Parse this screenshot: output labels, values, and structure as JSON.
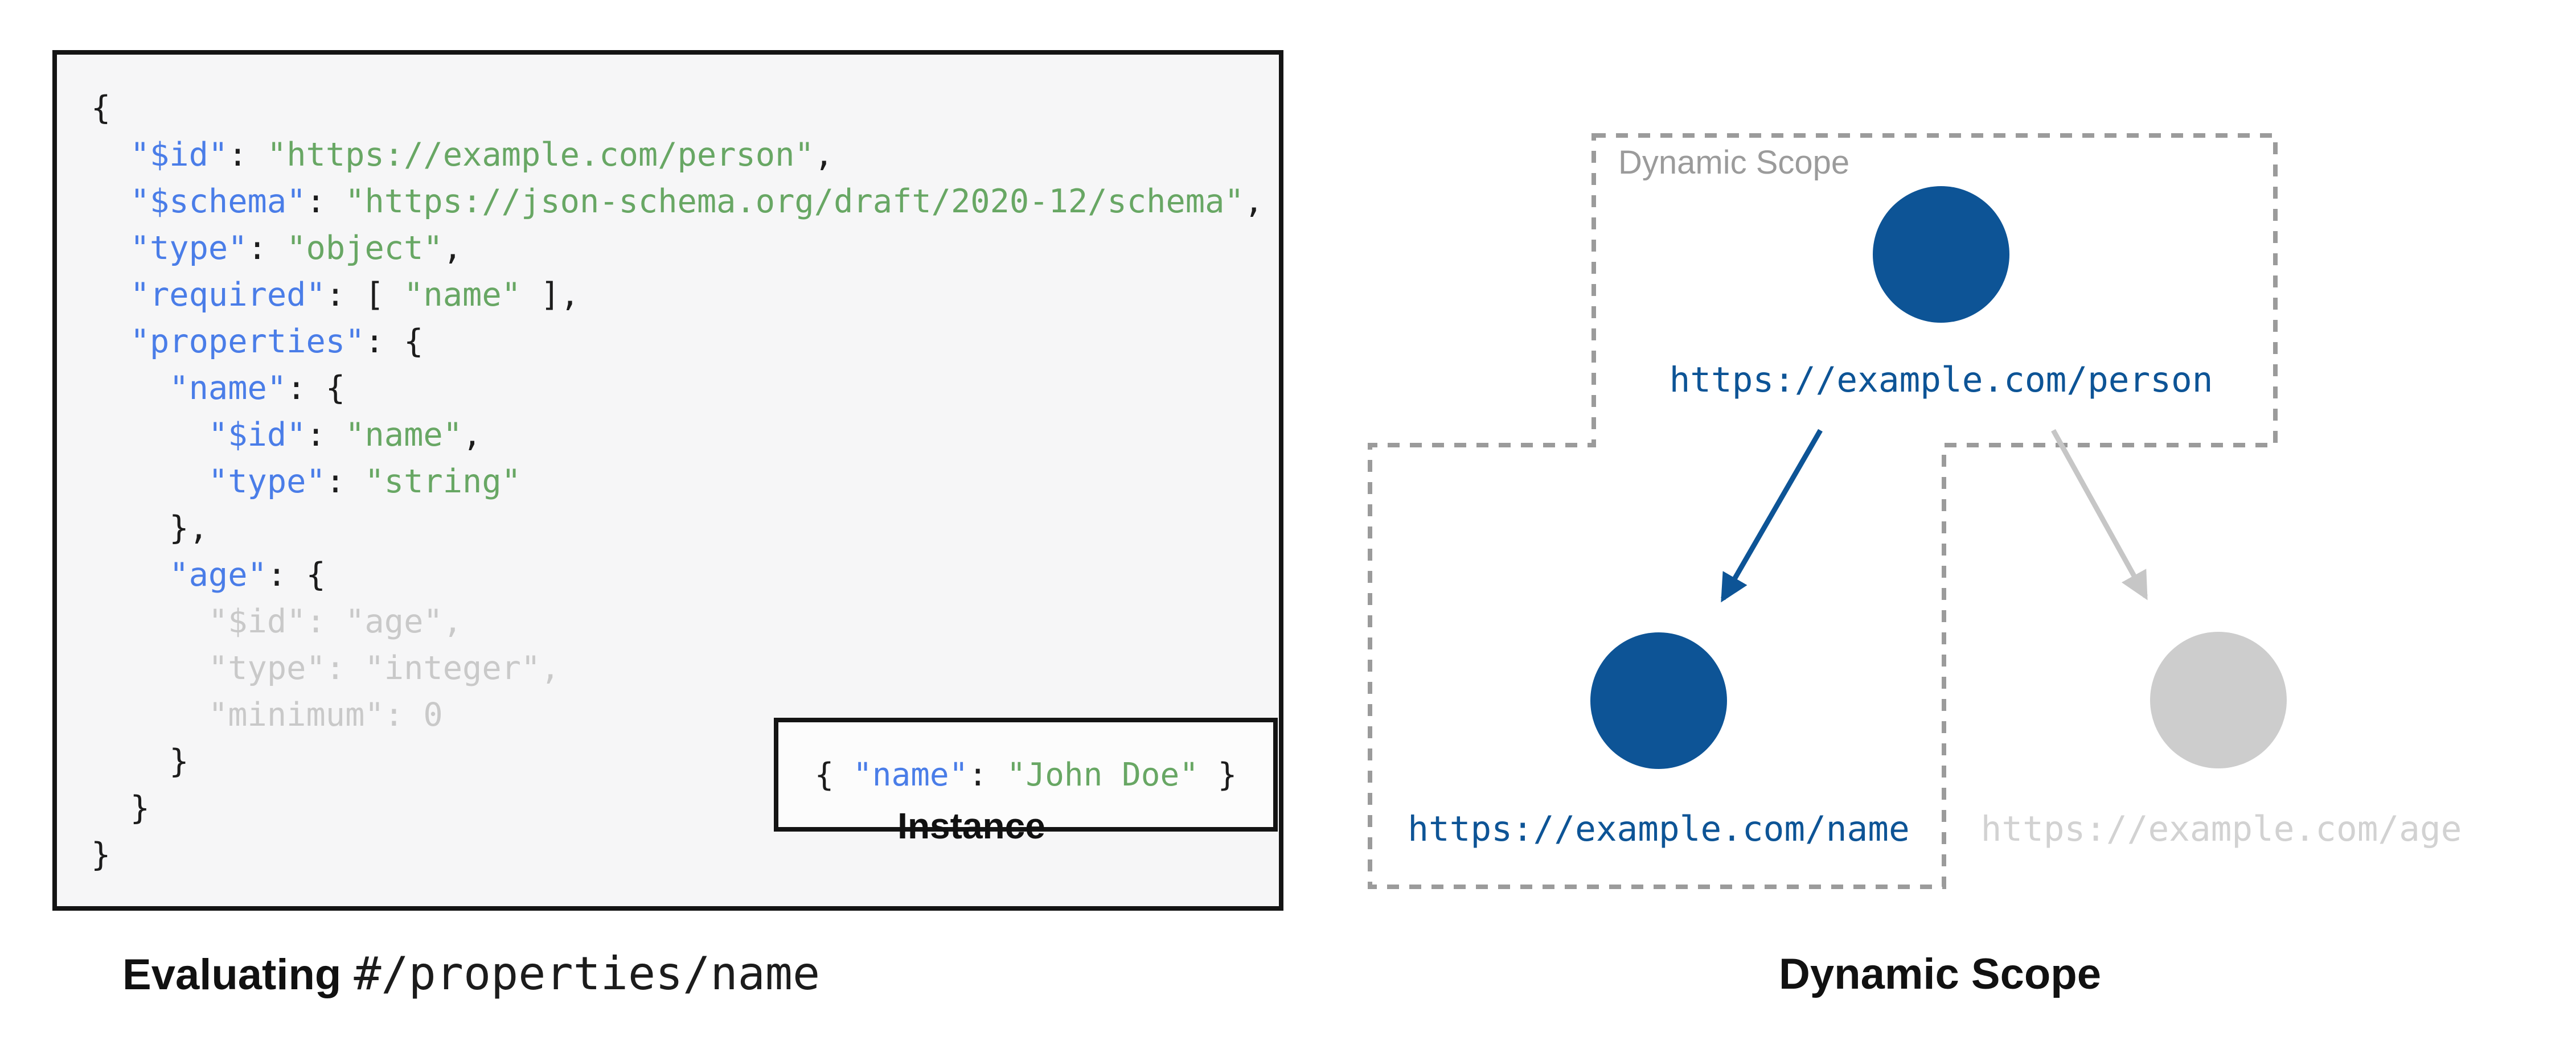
{
  "colors": {
    "key_blue": "#4a7de8",
    "string_green": "#68a764",
    "punct_black": "#1c1c1c",
    "faded_grey": "#c9c9c9",
    "diagram_blue": "#0d5496",
    "inactive_node_grey": "#cdcdcd",
    "inactive_arrow_grey": "#c6c6c6",
    "dash_grey": "#9b9b9b",
    "panel_bg": "#f6f6f7"
  },
  "schema_panel": {
    "lines": [
      [
        [
          "p",
          "{"
        ]
      ],
      [
        [
          "p",
          "  "
        ],
        [
          "k",
          "\"$id\""
        ],
        [
          "p",
          ": "
        ],
        [
          "s",
          "\"https://example.com/person\""
        ],
        [
          "p",
          ","
        ]
      ],
      [
        [
          "p",
          "  "
        ],
        [
          "k",
          "\"$schema\""
        ],
        [
          "p",
          ": "
        ],
        [
          "s",
          "\"https://json-schema.org/draft/2020-12/schema\""
        ],
        [
          "p",
          ","
        ]
      ],
      [
        [
          "p",
          "  "
        ],
        [
          "k",
          "\"type\""
        ],
        [
          "p",
          ": "
        ],
        [
          "s",
          "\"object\""
        ],
        [
          "p",
          ","
        ]
      ],
      [
        [
          "p",
          "  "
        ],
        [
          "k",
          "\"required\""
        ],
        [
          "p",
          ": [ "
        ],
        [
          "s",
          "\"name\""
        ],
        [
          "p",
          " ],"
        ]
      ],
      [
        [
          "p",
          "  "
        ],
        [
          "k",
          "\"properties\""
        ],
        [
          "p",
          ": {"
        ]
      ],
      [
        [
          "p",
          "    "
        ],
        [
          "k",
          "\"name\""
        ],
        [
          "p",
          ": {"
        ]
      ],
      [
        [
          "p",
          "      "
        ],
        [
          "k",
          "\"$id\""
        ],
        [
          "p",
          ": "
        ],
        [
          "s",
          "\"name\""
        ],
        [
          "p",
          ","
        ]
      ],
      [
        [
          "p",
          "      "
        ],
        [
          "k",
          "\"type\""
        ],
        [
          "p",
          ": "
        ],
        [
          "s",
          "\"string\""
        ]
      ],
      [
        [
          "p",
          "    },"
        ]
      ],
      [
        [
          "p",
          "    "
        ],
        [
          "k",
          "\"age\""
        ],
        [
          "p",
          ": {"
        ]
      ],
      [
        [
          "g",
          "      \"$id\": \"age\","
        ]
      ],
      [
        [
          "g",
          "      \"type\": \"integer\","
        ]
      ],
      [
        [
          "g",
          "      \"minimum\": 0"
        ]
      ],
      [
        [
          "p",
          "    }"
        ]
      ],
      [
        [
          "p",
          "  }"
        ]
      ],
      [
        [
          "p",
          "}"
        ]
      ]
    ],
    "instance": {
      "segments": [
        [
          "p",
          "{ "
        ],
        [
          "k",
          "\"name\""
        ],
        [
          "p",
          ": "
        ],
        [
          "s",
          "\"John Doe\""
        ],
        [
          "p",
          " }"
        ]
      ],
      "label": "Instance"
    }
  },
  "captions": {
    "schema_bold": "Evaluating",
    "schema_pointer": "#/properties/name",
    "diagram": "Dynamic Scope"
  },
  "diagram": {
    "scope_label": "Dynamic Scope",
    "person_url": "https://example.com/person",
    "name_url": "https://example.com/name",
    "age_url": "https://example.com/age"
  }
}
